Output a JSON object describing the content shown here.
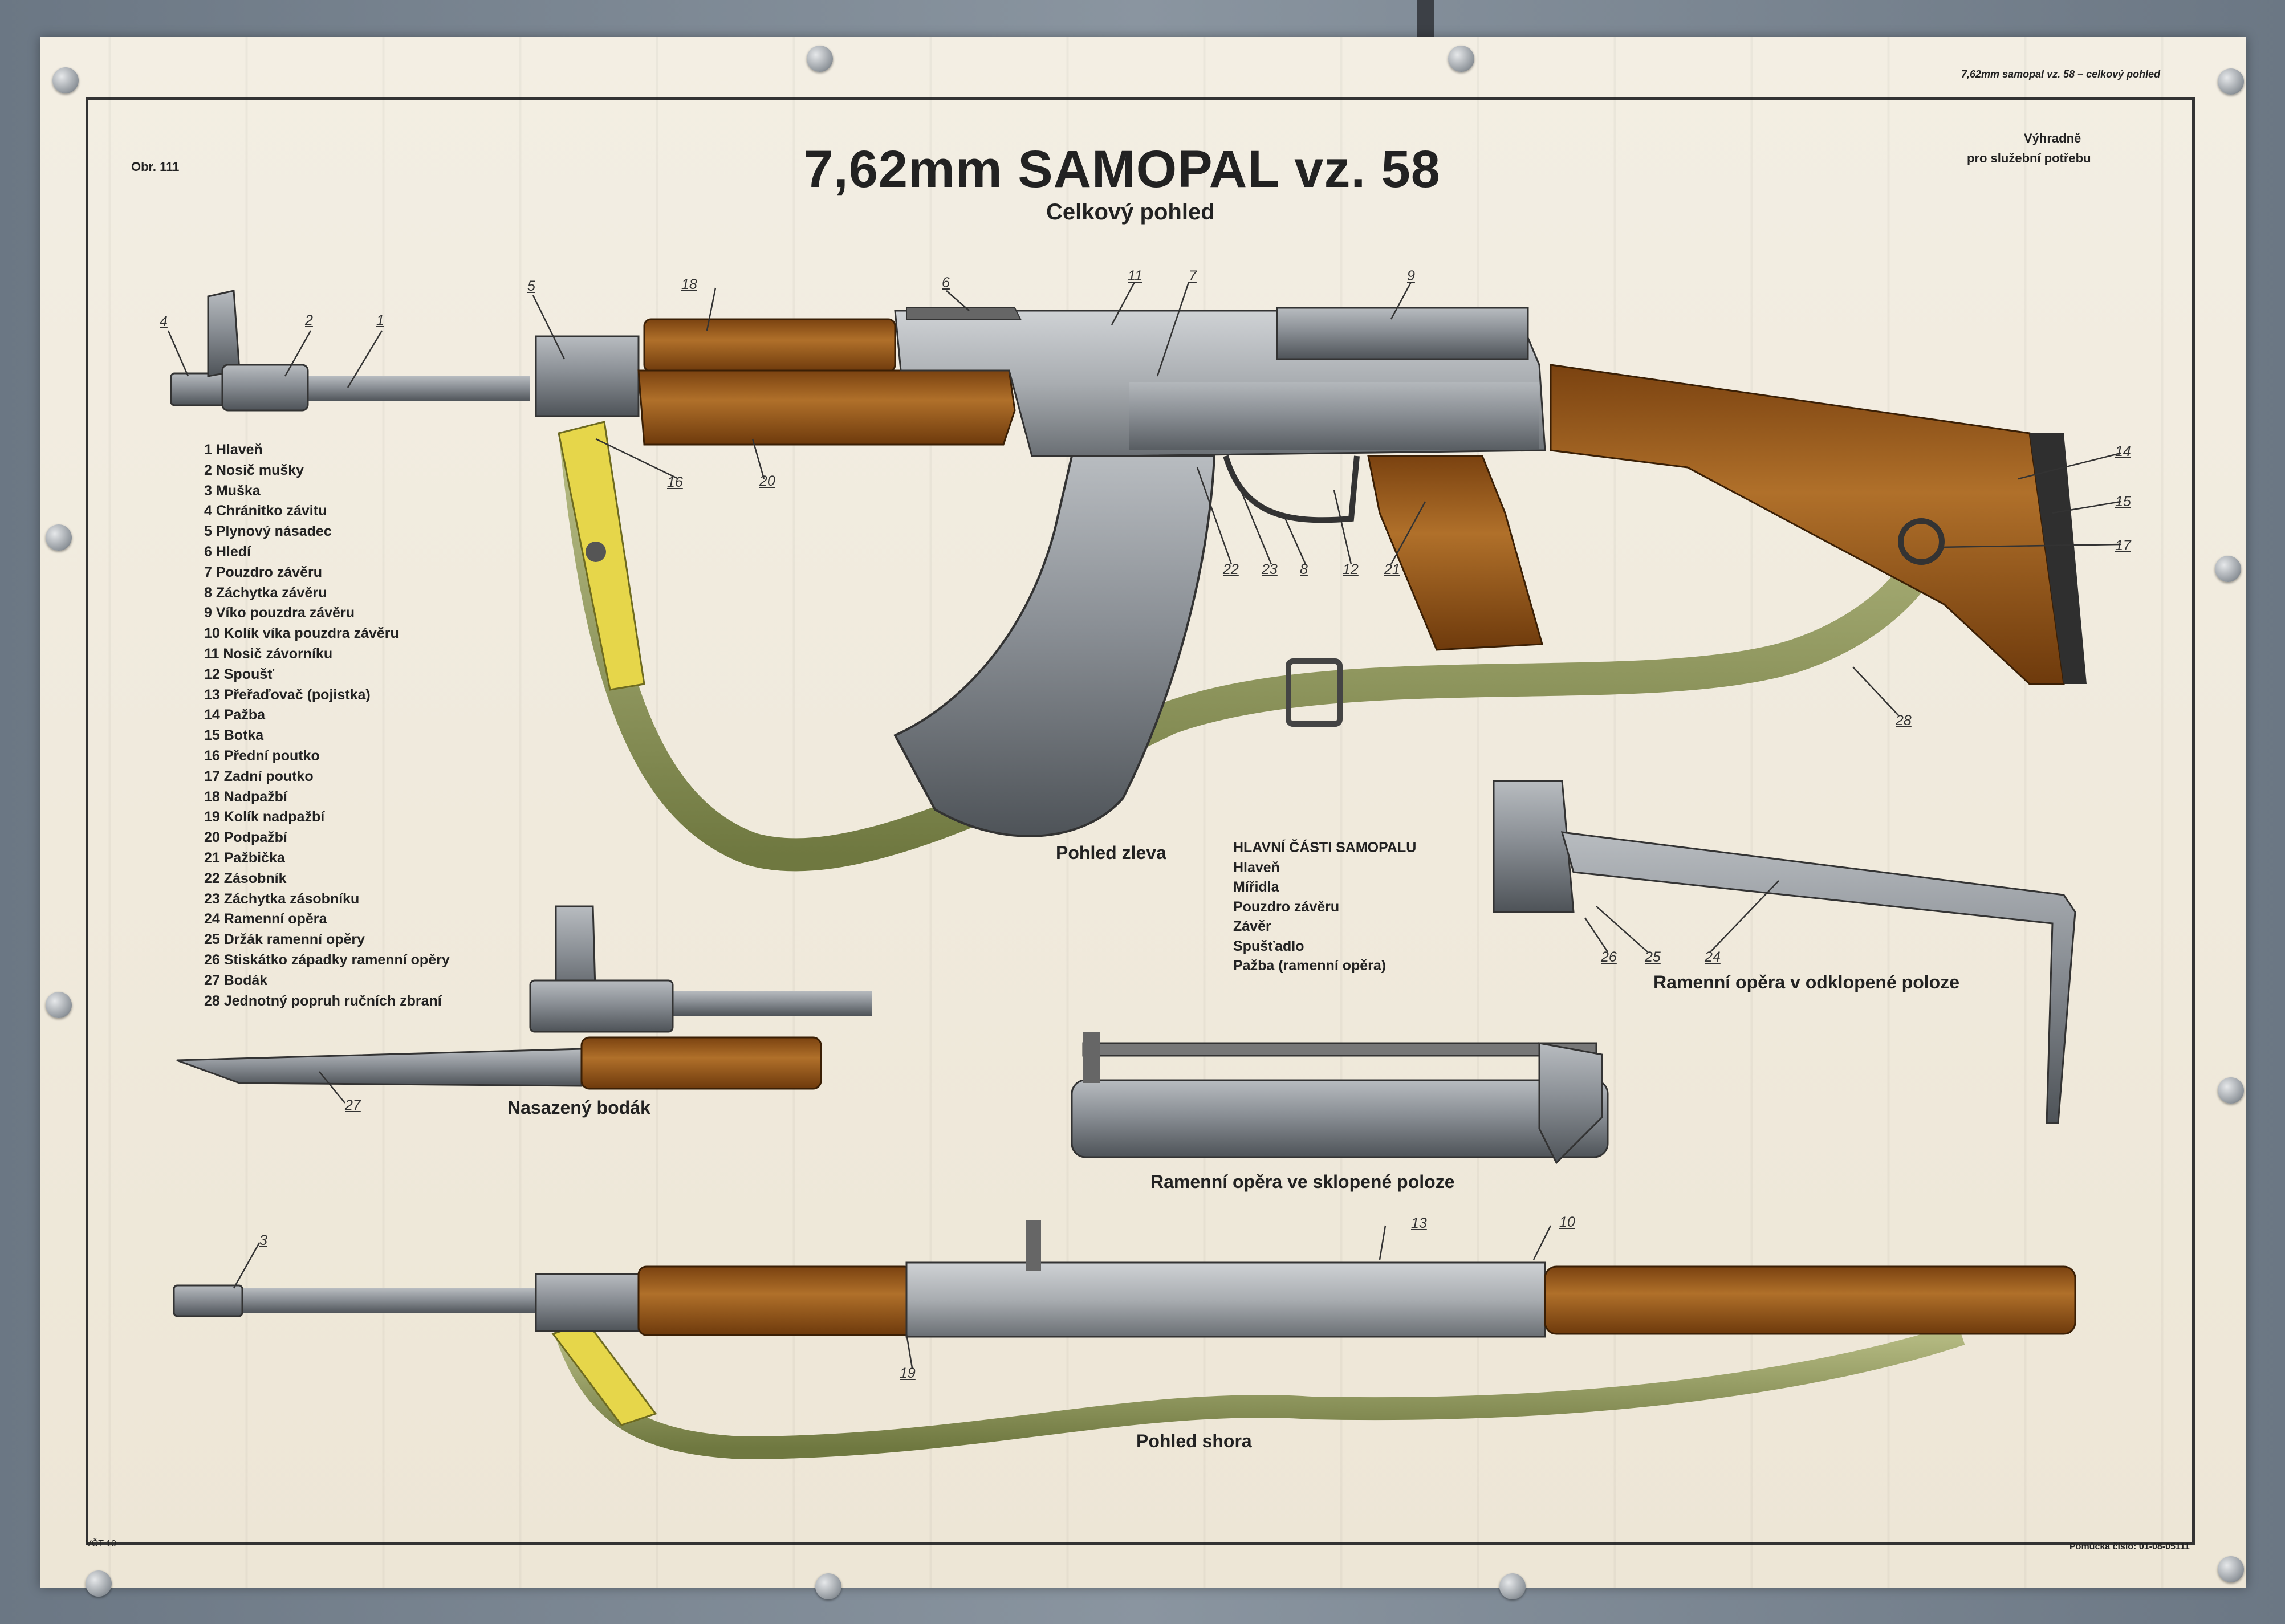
{
  "poster": {
    "header_right": "7,62mm samopal vz. 58 – celkový pohled",
    "figure_no": "Obr. 111",
    "title": "7,62mm SAMOPAL vz. 58",
    "subtitle": "Celkový pohled",
    "restriction_line1": "Výhradně",
    "restriction_line2": "pro služební potřebu",
    "footer_left": "VČT 10",
    "footer_right": "Pomůcka číslo: 01-08-05111"
  },
  "legend": [
    "1 Hlaveň",
    "2 Nosič mušky",
    "3 Muška",
    "4 Chránitko závitu",
    "5 Plynový násadec",
    "6 Hledí",
    "7 Pouzdro závěru",
    "8 Záchytka závěru",
    "9 Víko pouzdra závěru",
    "10 Kolík víka pouzdra závěru",
    "11 Nosič závorníku",
    "12 Spoušť",
    "13 Přeřaďovač (pojistka)",
    "14 Pažba",
    "15 Botka",
    "16 Přední poutko",
    "17 Zadní poutko",
    "18 Nadpažbí",
    "19 Kolík nadpažbí",
    "20 Podpažbí",
    "21 Pažbička",
    "22 Zásobník",
    "23 Záchytka zásobníku",
    "24 Ramenní opěra",
    "25 Držák ramenní opěry",
    "26 Stiskátko západky ramenní opěry",
    "27 Bodák",
    "28 Jednotný popruh ručních zbraní"
  ],
  "main_parts": {
    "heading": "HLAVNÍ ČÁSTI SAMOPALU",
    "items": [
      "Hlaveň",
      "Mířidla",
      "Pouzdro závěru",
      "Závěr",
      "Spušťadlo",
      "Pažba (ramenní opěra)"
    ]
  },
  "captions": {
    "left_view": "Pohled zleva",
    "bayonet": "Nasazený bodák",
    "stock_folded": "Ramenní opěra ve sklopené poloze",
    "stock_unfolded": "Ramenní opěra v odklopené poloze",
    "top_view": "Pohled shora"
  },
  "callouts": {
    "n1": "1",
    "n2": "2",
    "n3": "3",
    "n4": "4",
    "n5": "5",
    "n6": "6",
    "n7": "7",
    "n8": "8",
    "n9": "9",
    "n10": "10",
    "n11": "11",
    "n12": "12",
    "n13": "13",
    "n14": "14",
    "n15": "15",
    "n16": "16",
    "n17": "17",
    "n18": "18",
    "n19": "19",
    "n20": "20",
    "n21": "21",
    "n22": "22",
    "n23": "23",
    "n24": "24",
    "n25": "25",
    "n26": "26",
    "n27": "27",
    "n28": "28"
  },
  "colors": {
    "paper": "#efe8da",
    "wood": "#9a5a1c",
    "metal": "#8e9398",
    "sling": "#9aa36a",
    "sling_yellow": "#e6d64a",
    "ink": "#222222"
  }
}
